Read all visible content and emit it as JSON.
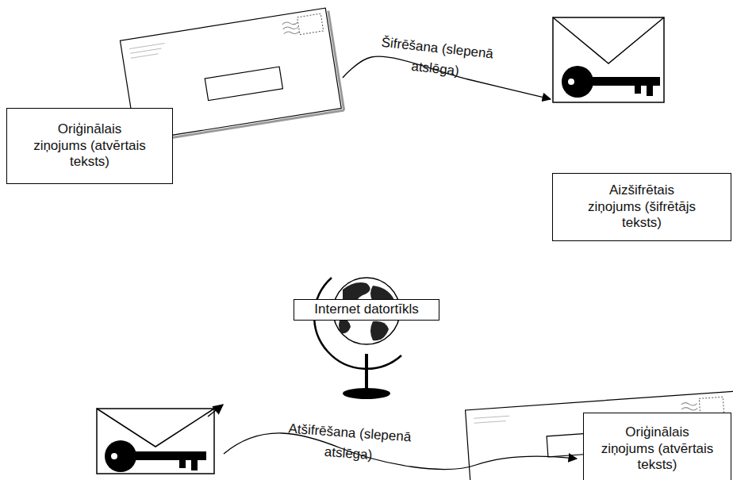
{
  "diagram": {
    "nodes": [
      {
        "text": [
          "Oriģinālais ziņojums (atvērtais teksts)"
        ]
      },
      {
        "text": [
          "Aizšifrētais ziņojums (šifrētājs teksts)"
        ]
      },
      {
        "text": [
          "Internet datortīkls"
        ]
      },
      {
        "text": [
          "Oriģinālais ziņojums (atvērtais teksts)"
        ]
      }
    ],
    "edges": [
      {
        "from": 0,
        "to": 1,
        "arrow": "to",
        "label": "Šifrēšana (slepenā atslēga)"
      }
    ],
    "labels": [
      "Atšifrēšana (slepenā atslēga)"
    ]
  }
}
